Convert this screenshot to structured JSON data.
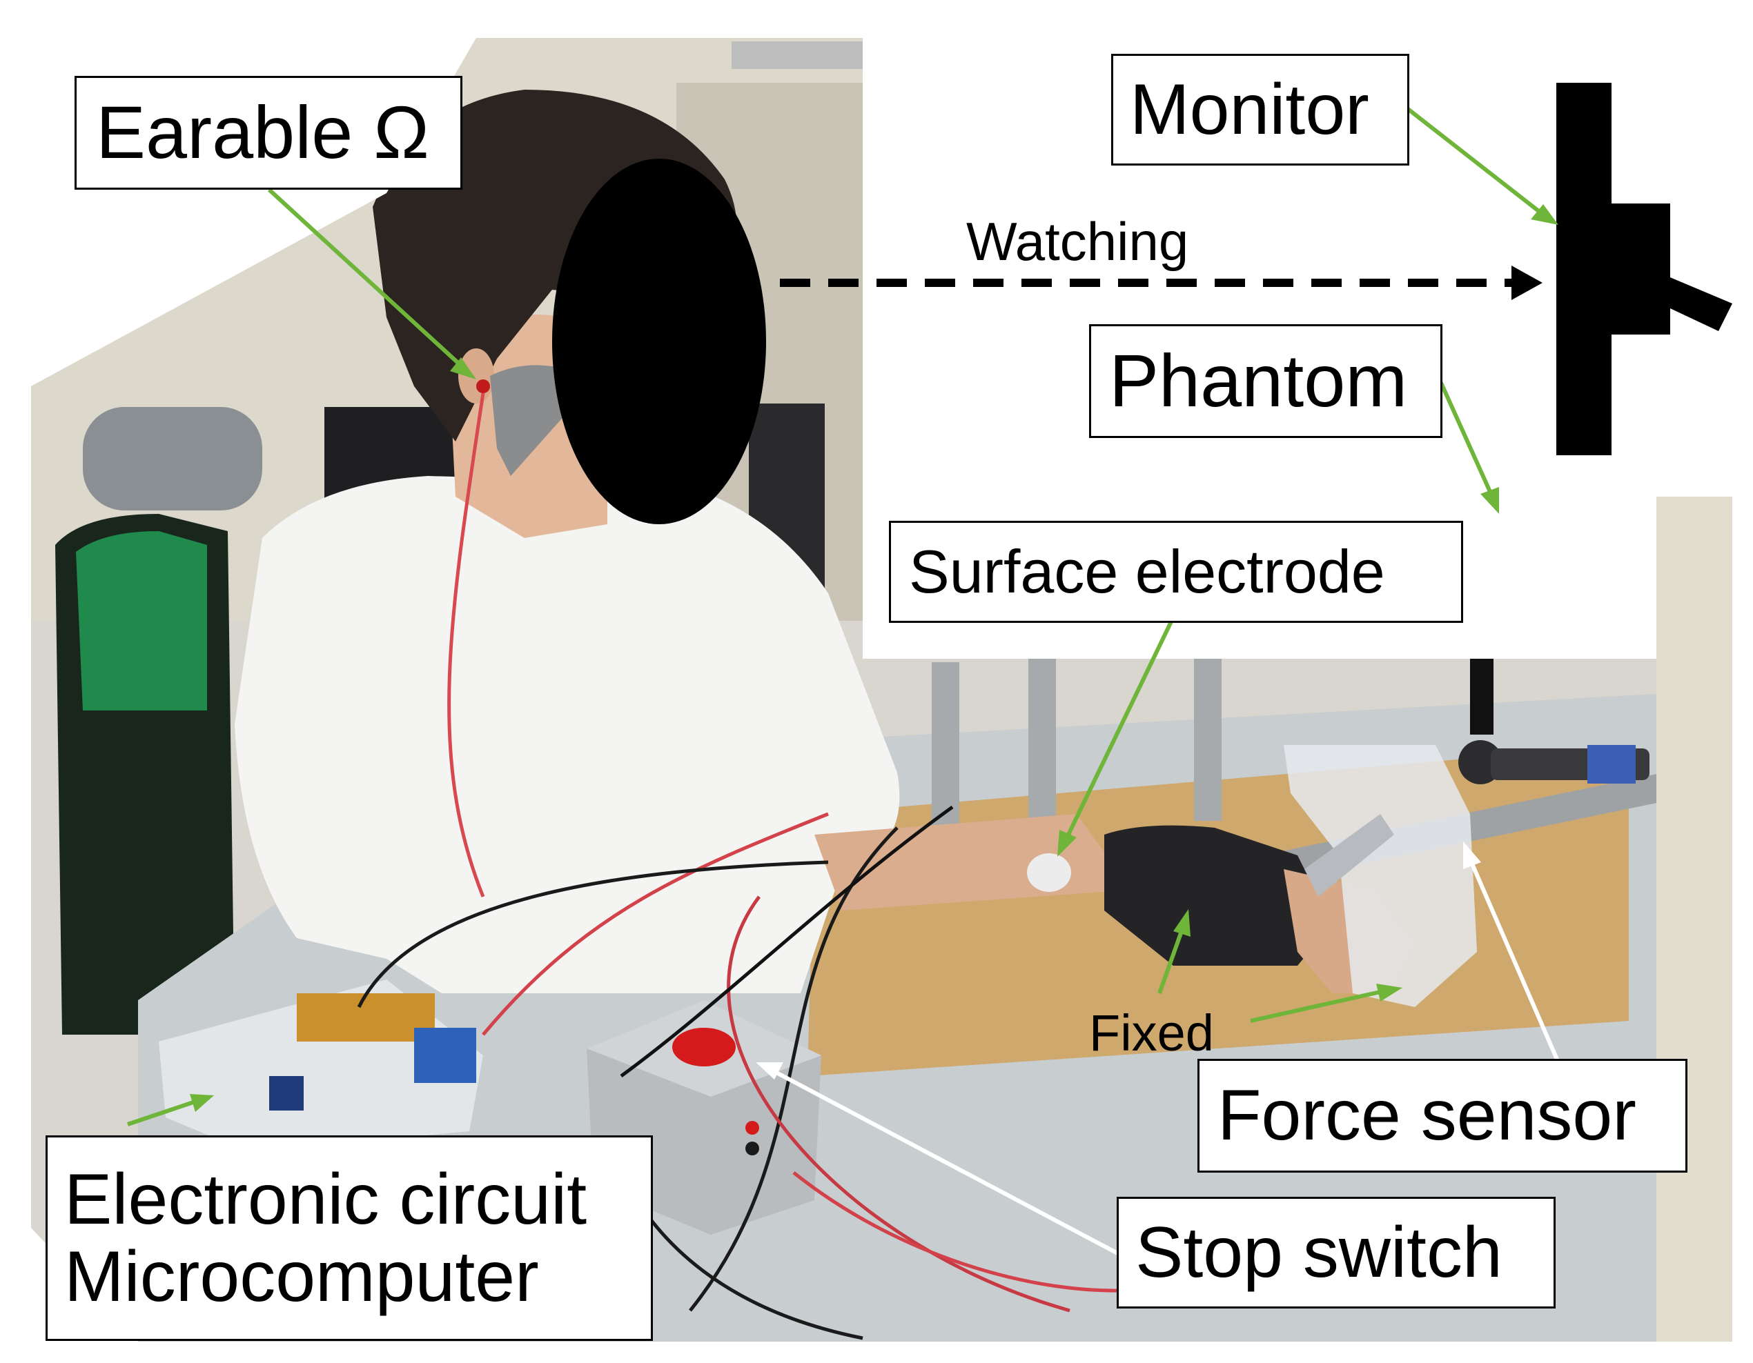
{
  "labels": {
    "earable": "Earable Ω",
    "monitor": "Monitor",
    "watching": "Watching",
    "phantom": "Phantom",
    "surface_electrode": "Surface electrode",
    "fixed": "Fixed",
    "force_sensor": "Force sensor",
    "electronic_circuit_line1": "Electronic circuit",
    "electronic_circuit_line2": "Microcomputer",
    "stop_switch": "Stop switch"
  },
  "colors": {
    "arrow_green": "#6fb53a",
    "arrow_white": "#ffffff",
    "background": "#ffffff",
    "label_border": "#000000"
  }
}
